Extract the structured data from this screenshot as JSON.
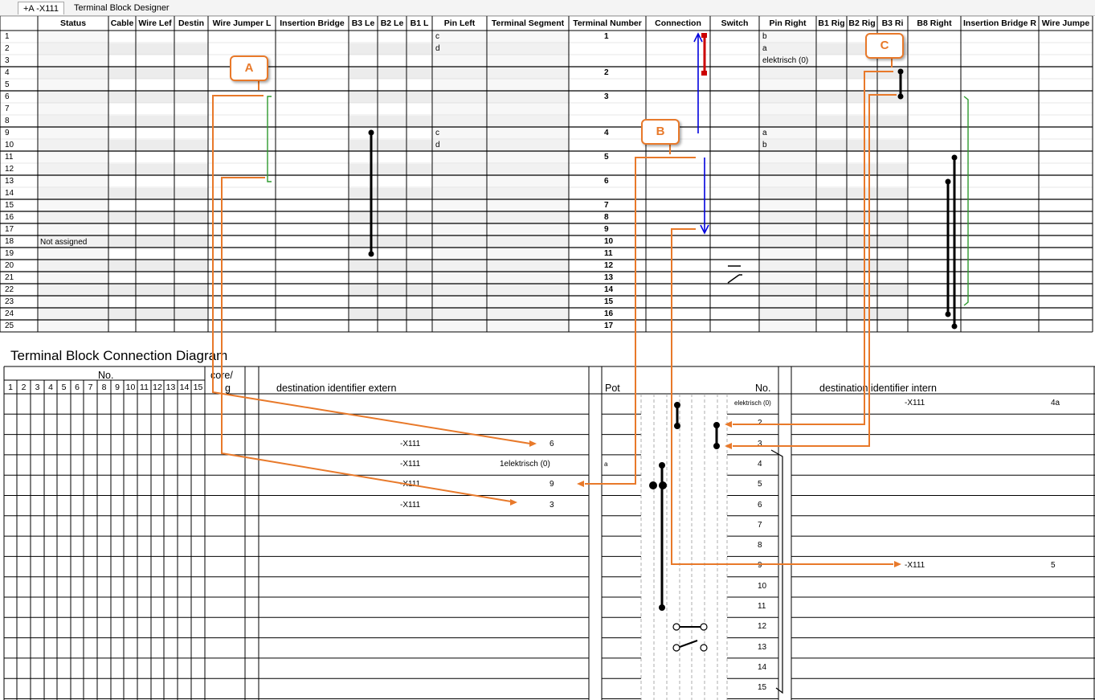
{
  "tabs": [
    {
      "label": "+A -X111"
    },
    {
      "label": "Terminal Block Designer"
    }
  ],
  "grid": {
    "columns": [
      "Status",
      "Cable",
      "Wire Lef",
      "Destin",
      "Wire Jumper L",
      "Insertion Bridge",
      "B3 Le",
      "B2 Le",
      "B1 L",
      "Pin Left",
      "Terminal Segment",
      "Terminal Number",
      "Connection",
      "Switch",
      "Pin Right",
      "B1 Rig",
      "B2 Rig",
      "B3 Ri",
      "B8 Right",
      "Insertion Bridge R",
      "Wire Jumpe"
    ],
    "rows": [
      "1",
      "2",
      "3",
      "4",
      "5",
      "6",
      "7",
      "8",
      "9",
      "10",
      "11",
      "12",
      "13",
      "14",
      "15",
      "16",
      "17",
      "18",
      "19",
      "20",
      "21",
      "22",
      "23",
      "24",
      "25"
    ],
    "status_text": "Not assigned",
    "pin_left": [
      {
        "row": 1,
        "text": "c"
      },
      {
        "row": 2,
        "text": "d"
      },
      {
        "row": 9,
        "text": "c"
      },
      {
        "row": 10,
        "text": "d"
      }
    ],
    "pin_right": [
      {
        "row": 1,
        "text": "b"
      },
      {
        "row": 2,
        "text": "a"
      },
      {
        "row": 3,
        "text": "elektrisch (0)"
      },
      {
        "row": 9,
        "text": "a"
      },
      {
        "row": 10,
        "text": "b"
      }
    ],
    "terminal_numbers": [
      {
        "row": 1,
        "text": "1"
      },
      {
        "row": 4,
        "text": "2"
      },
      {
        "row": 6,
        "text": "3"
      },
      {
        "row": 9,
        "text": "4"
      },
      {
        "row": 11,
        "text": "5"
      },
      {
        "row": 13,
        "text": "6"
      },
      {
        "row": 15,
        "text": "7"
      },
      {
        "row": 16,
        "text": "8"
      },
      {
        "row": 17,
        "text": "9"
      },
      {
        "row": 18,
        "text": "10"
      },
      {
        "row": 19,
        "text": "11"
      },
      {
        "row": 20,
        "text": "12"
      },
      {
        "row": 21,
        "text": "13"
      },
      {
        "row": 22,
        "text": "14"
      },
      {
        "row": 23,
        "text": "15"
      },
      {
        "row": 24,
        "text": "16"
      },
      {
        "row": 25,
        "text": "17"
      }
    ]
  },
  "callouts": [
    "A",
    "B",
    "C"
  ],
  "diagram": {
    "title": "Terminal Block Connection Diagram",
    "no_label": "No.",
    "no_cols": [
      "1",
      "2",
      "3",
      "4",
      "5",
      "6",
      "7",
      "8",
      "9",
      "10",
      "11",
      "12",
      "13",
      "14",
      "15"
    ],
    "core_label": "core/",
    "core_label2": "g",
    "dest_extern": "destination identifier extern",
    "pot": "Pot",
    "no_right": "No.",
    "dest_intern": "destination identifier intern",
    "rows": [
      {
        "no": "elektrisch (0)",
        "ext_id": "",
        "ext_val": "",
        "pot": "",
        "int_id": "-X111",
        "int_val": "4a"
      },
      {
        "no": "2",
        "ext_id": "",
        "ext_val": "",
        "pot": "",
        "int_id": "",
        "int_val": ""
      },
      {
        "no": "3",
        "ext_id": "-X111",
        "ext_val": "6",
        "pot": "",
        "int_id": "",
        "int_val": ""
      },
      {
        "no": "4",
        "ext_id": "-X111",
        "ext_val": "1elektrisch (0)",
        "pot": "a",
        "int_id": "",
        "int_val": ""
      },
      {
        "no": "5",
        "ext_id": "-X111",
        "ext_val": "9",
        "pot": "",
        "int_id": "",
        "int_val": ""
      },
      {
        "no": "6",
        "ext_id": "-X111",
        "ext_val": "3",
        "pot": "",
        "int_id": "",
        "int_val": ""
      },
      {
        "no": "7",
        "ext_id": "",
        "ext_val": "",
        "pot": "",
        "int_id": "",
        "int_val": ""
      },
      {
        "no": "8",
        "ext_id": "",
        "ext_val": "",
        "pot": "",
        "int_id": "",
        "int_val": ""
      },
      {
        "no": "9",
        "ext_id": "",
        "ext_val": "",
        "pot": "",
        "int_id": "-X111",
        "int_val": "5"
      },
      {
        "no": "10",
        "ext_id": "",
        "ext_val": "",
        "pot": "",
        "int_id": "",
        "int_val": ""
      },
      {
        "no": "11",
        "ext_id": "",
        "ext_val": "",
        "pot": "",
        "int_id": "",
        "int_val": ""
      },
      {
        "no": "12",
        "ext_id": "",
        "ext_val": "",
        "pot": "",
        "int_id": "",
        "int_val": ""
      },
      {
        "no": "13",
        "ext_id": "",
        "ext_val": "",
        "pot": "",
        "int_id": "",
        "int_val": ""
      },
      {
        "no": "14",
        "ext_id": "",
        "ext_val": "",
        "pot": "",
        "int_id": "",
        "int_val": ""
      },
      {
        "no": "15",
        "ext_id": "",
        "ext_val": "",
        "pot": "",
        "int_id": "",
        "int_val": ""
      }
    ]
  },
  "colors": {
    "callout": "#e8792a",
    "connection_arrow": "#0000dd",
    "bridge_green": "#2e9a2e",
    "jumper_red": "#cc0000",
    "grid_line": "#000000",
    "cell_shade": "#ececec"
  }
}
